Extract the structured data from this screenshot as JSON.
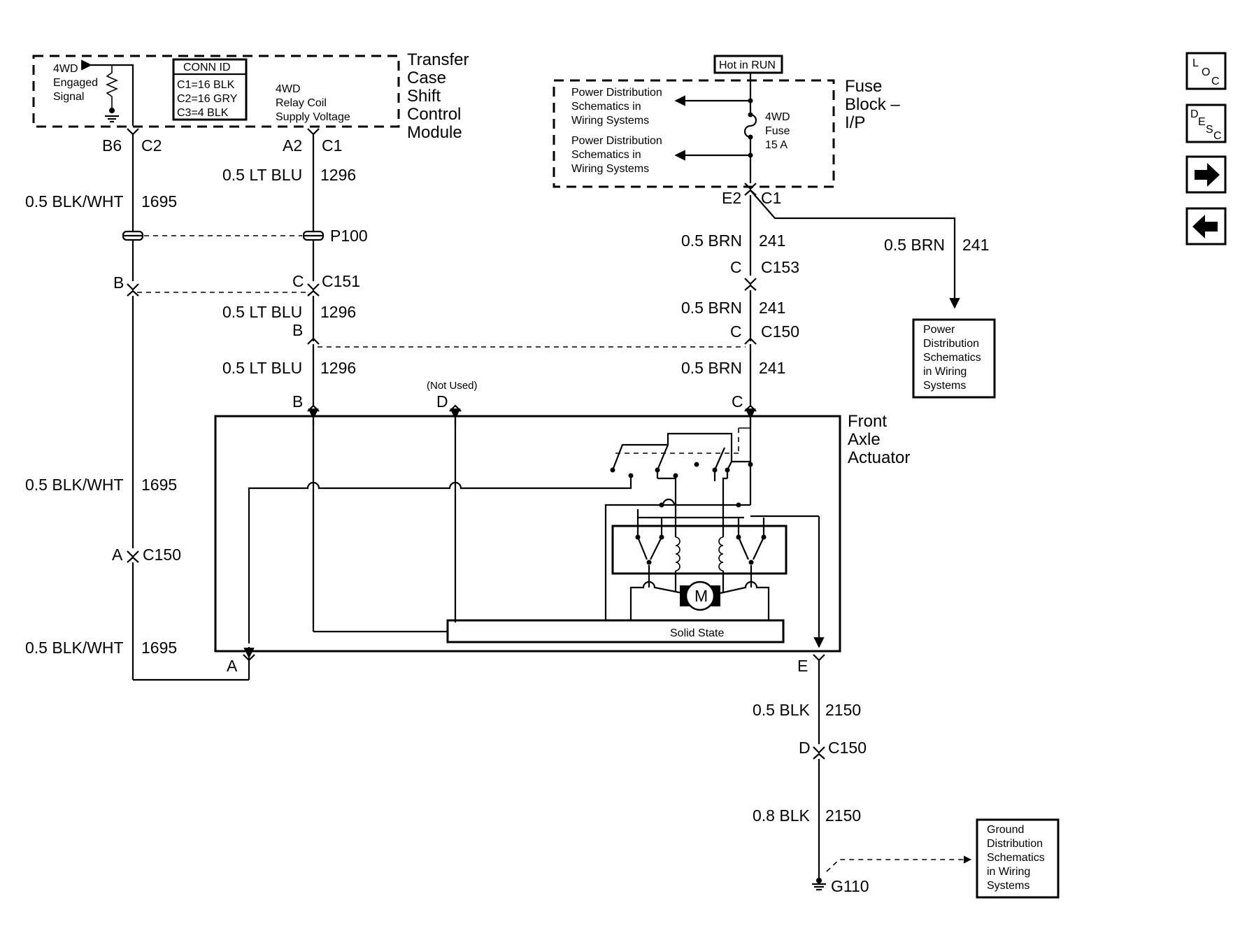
{
  "tcsm": {
    "title_lines": [
      "Transfer",
      "Case",
      "Shift",
      "Control",
      "Module"
    ],
    "engaged_lines": [
      "4WD",
      "Engaged",
      "Signal"
    ],
    "conn_title": "CONN ID",
    "conn_lines": [
      "C1=16 BLK",
      "C2=16 GRY",
      "C3=4 BLK"
    ],
    "relay_lines": [
      "4WD",
      "Relay Coil",
      "Supply Voltage"
    ],
    "pin_b6": "B6",
    "conn_c2": "C2",
    "pin_a2": "A2",
    "conn_c1": "C1"
  },
  "fuse_block": {
    "hot_label": "Hot in RUN",
    "title_lines": [
      "Fuse",
      "Block –",
      "I/P"
    ],
    "ref1_lines": [
      "Power Distribution",
      "Schematics in",
      "Wiring Systems"
    ],
    "ref2_lines": [
      "Power Distribution",
      "Schematics in",
      "Wiring Systems"
    ],
    "fuse_lines": [
      "4WD",
      "Fuse",
      "15 A"
    ],
    "pin_e2": "E2",
    "conn_c1": "C1"
  },
  "wires": {
    "blk_wht_1695_a": [
      "0.5 BLK/WHT",
      "1695"
    ],
    "lt_blu_1296_a": [
      "0.5 LT BLU",
      "1296"
    ],
    "p100": "P100",
    "c151_b": "B",
    "c151_c": "C",
    "c151": "C151",
    "lt_blu_1296_b": [
      "0.5 LT BLU",
      "1296"
    ],
    "c150_b": "B",
    "lt_blu_1296_c": [
      "0.5 LT BLU",
      "1296"
    ],
    "brn_241_a": [
      "0.5 BRN",
      "241"
    ],
    "c153_c": "C",
    "c153": "C153",
    "brn_241_b": [
      "0.5 BRN",
      "241"
    ],
    "c150_c": "C",
    "c150_right": "C150",
    "brn_241_c": [
      "0.5 BRN",
      "241"
    ],
    "brn_241_branch": [
      "0.5 BRN",
      "241"
    ],
    "blk_wht_1695_b": [
      "0.5 BLK/WHT",
      "1695"
    ],
    "c150_a": "A",
    "c150_left": "C150",
    "blk_wht_1695_c": [
      "0.5 BLK/WHT",
      "1695"
    ],
    "blk_2150_a": [
      "0.5 BLK",
      "2150"
    ],
    "c150_d": "D",
    "c150_lower": "C150",
    "blk_2150_b": [
      "0.8 BLK",
      "2150"
    ],
    "ground": "G110"
  },
  "actuator": {
    "title_lines": [
      "Front",
      "Axle",
      "Actuator"
    ],
    "pin_b": "B",
    "pin_d": "D",
    "pin_c": "C",
    "pin_a": "A",
    "pin_e": "E",
    "not_used": "(Not Used)",
    "motor": "M",
    "solid_state": "Solid State"
  },
  "refs": {
    "power_lines": [
      "Power",
      "Distribution",
      "Schematics",
      "in Wiring",
      "Systems"
    ],
    "ground_lines": [
      "Ground",
      "Distribution",
      "Schematics",
      "in Wiring",
      "Systems"
    ]
  },
  "nav": {
    "loc": [
      "L",
      "O",
      "C"
    ],
    "desc": [
      "D",
      "E",
      "S",
      "C"
    ],
    "forward_icon": "arrow-right",
    "back_icon": "arrow-left"
  }
}
